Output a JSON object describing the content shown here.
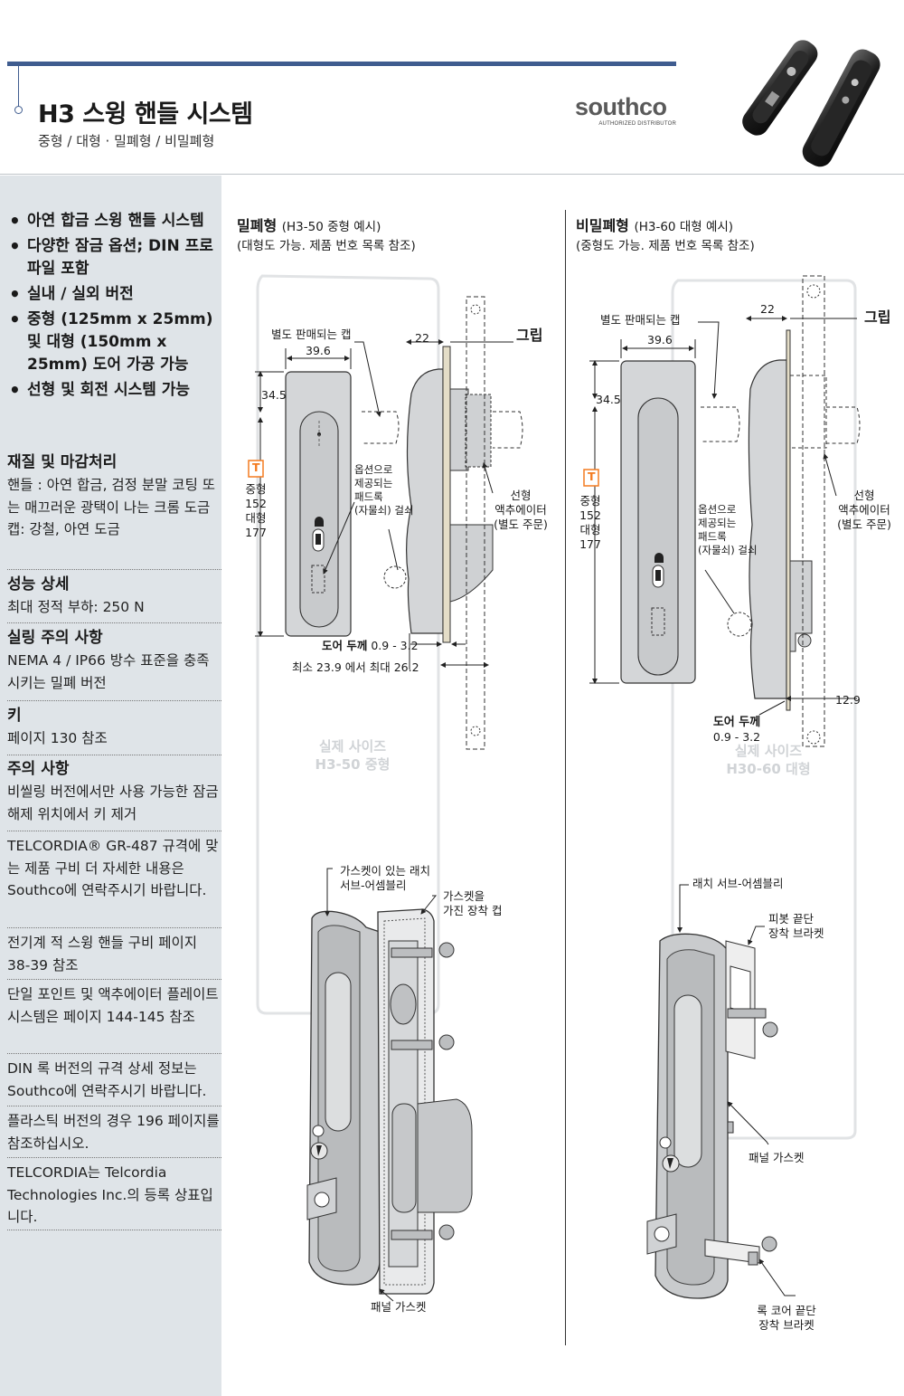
{
  "header": {
    "title": "H3 스윙 핸들 시스템",
    "subtitle": "중형 / 대형 · 밀폐형 / 비밀폐형",
    "logo_text": "southco",
    "logo_tagline": "AUTHORIZED DISTRIBUTOR"
  },
  "sidebar": {
    "features": [
      "아연 합금 스윙 핸들 시스템",
      "다양한 잠금 옵션; DIN 프로파일 포함",
      "실내 / 실외 버전",
      "중형 (125mm x 25mm) 및 대형 (150mm x 25mm) 도어 가공 가능",
      "선형 및 회전 시스템 가능"
    ],
    "material": {
      "heading": "재질 및 마감처리",
      "lines": [
        "핸들 : 아연 합금, 검정 분말 코팅 또는 매끄러운 광택이 나는 크롬 도금",
        "캡: 강철, 아연 도금"
      ]
    },
    "performance": {
      "heading": "성능 상세",
      "text": "최대 정적 부하: 250 N"
    },
    "sealing": {
      "heading": "실링 주의 사항",
      "text": "NEMA 4 / IP66 방수 표준을 충족시키는 밀폐 버전"
    },
    "key": {
      "heading": "키",
      "text": "페이지 130 참조"
    },
    "notes": {
      "heading": "주의 사항",
      "items": [
        "비씰링 버전에서만 사용 가능한 잠금 해제 위치에서 키 제거",
        "TELCORDIA® GR-487 규격에 맞는 제품 구비 더 자세한 내용은 Southco에 연락주시기 바랍니다.",
        "전기계 적 스윙 핸들 구비 페이지 38-39 참조",
        "단일 포인트 및 액추에이터 플레이트 시스템은 페이지 144-145 참조",
        "DIN 록 버전의 규격 상세 정보는 Southco에 연락주시기 바랍니다.",
        "플라스틱 버전의 경우 196 페이지를 참조하십시오.",
        "TELCORDIA는 Telcordia Technologies Inc.의 등록 상표입니다."
      ]
    }
  },
  "left_figure": {
    "title": "밀폐형",
    "title_note": "(H3-50 중형 예시)",
    "subtitle": "(대형도 가능. 제품 번호 목록 참조)",
    "cap_label": "별도 판매되는 캡",
    "dim_width": "39.6",
    "dim_top": "34.5",
    "dim_depth": "22",
    "grip_label": "그립",
    "t_label": "T",
    "t_values": [
      "중형",
      "152",
      "대형",
      "177"
    ],
    "padlock_label": [
      "옵션으로",
      "제공되는",
      "패드록",
      "(자물쇠) 걸쇠"
    ],
    "actuator_label": [
      "선형",
      "액추에이터",
      "(별도 주문)"
    ],
    "door_thickness_label": "도어 두께",
    "door_thickness_value": "0.9 - 3.2",
    "range_label": "최소 23.9 에서 최대 26.2",
    "watermark": [
      "실제 사이즈",
      "H3-50 중형"
    ],
    "callout_latch": [
      "가스켓이 있는 래치",
      "서브-어셈블리"
    ],
    "callout_cup": [
      "가스켓을",
      "가진 장착 컵"
    ],
    "callout_gasket": "패널 가스켓"
  },
  "right_figure": {
    "title": "비밀폐형",
    "title_note": "(H3-60 대형 예시)",
    "subtitle": "(중형도 가능. 제품 번호 목록 참조)",
    "cap_label": "별도 판매되는 캡",
    "dim_width": "39.6",
    "dim_top": "34.5",
    "dim_depth": "22",
    "grip_label": "그립",
    "t_label": "T",
    "t_values": [
      "중형",
      "152",
      "대형",
      "177"
    ],
    "padlock_label": [
      "옵션으로",
      "제공되는",
      "패드록",
      "(자물쇠) 걸쇠"
    ],
    "actuator_label": [
      "선형",
      "액추에이터",
      "(별도 주문)"
    ],
    "dim_offset": "12.9",
    "door_thickness_label": "도어 두께",
    "door_thickness_value": "0.9 - 3.2",
    "watermark": [
      "실제 사이즈",
      "H30-60 대형"
    ],
    "callout_latch": "래치 서브-어셈블리",
    "callout_pivot": [
      "피봇 끝단",
      "장착 브라켓"
    ],
    "callout_gasket": "패널 가스켓",
    "callout_lock": [
      "록 코어 끝단",
      "장착 브라켓"
    ]
  },
  "colors": {
    "accent": "#3f5c8f",
    "sidebar_bg": "#dfe4e8",
    "t_badge": "#f47b20"
  }
}
